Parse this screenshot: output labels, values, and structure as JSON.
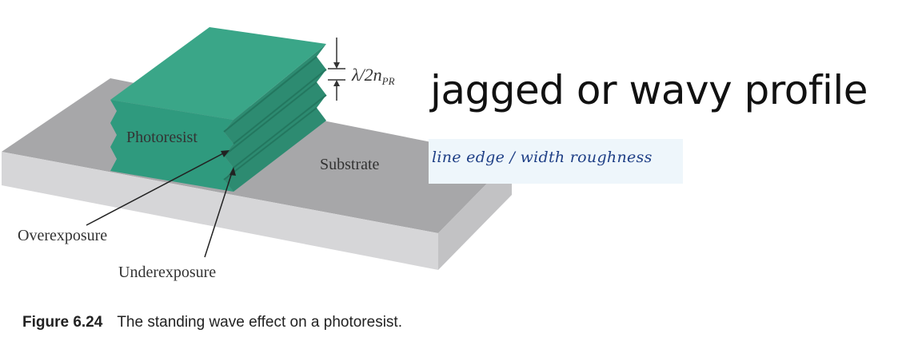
{
  "labels": {
    "photoresist": "Photoresist",
    "substrate": "Substrate",
    "overexposure": "Overexposure",
    "underexposure": "Underexposure",
    "wavelength_main": "λ/2",
    "wavelength_n": "n",
    "wavelength_sub": "PR"
  },
  "annotations": {
    "headline": "jagged or wavy profile",
    "handwritten_note": "line edge / width roughness"
  },
  "caption": {
    "number": "Figure 6.24",
    "text": "The standing wave effect on a photoresist."
  },
  "colors": {
    "resist_front": "#2f9a7e",
    "resist_top": "#3aa688",
    "resist_side": "#2d8b71",
    "substrate_top": "#a7a7a9",
    "substrate_side": "#d6d6d8",
    "note_background": "#eef6fb",
    "note_ink": "#1e3f86"
  }
}
